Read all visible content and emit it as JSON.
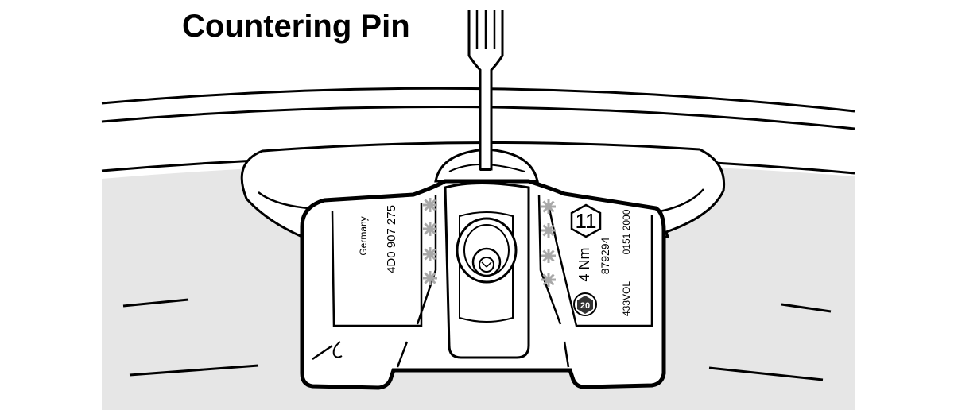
{
  "title": "Countering Pin",
  "sensor": {
    "left_labels": [
      "Germany",
      "4D0 907 275"
    ],
    "torque": "4 Nm",
    "part_number": "879294",
    "date_code": "0151 2000",
    "frequency": "433VOL",
    "hex_size": "11",
    "recycle_code": "20"
  },
  "colors": {
    "tire_fill": "#e6e6e6",
    "line": "#000000",
    "asterisk": "#a8a8a8",
    "paper": "#ffffff"
  }
}
